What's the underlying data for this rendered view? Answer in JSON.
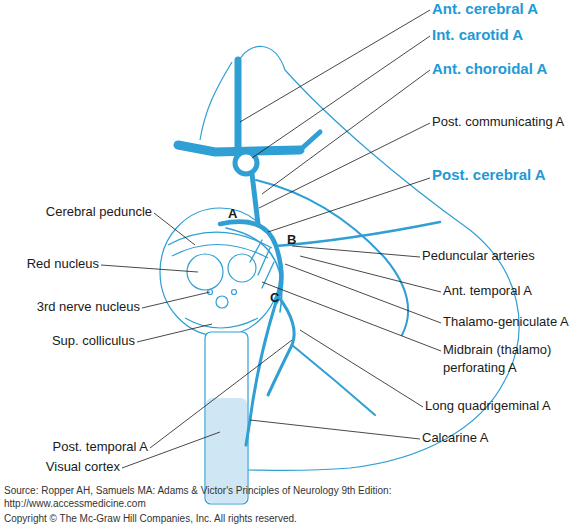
{
  "diagram": {
    "caption": "Source: Ropper AH, Samuels MA: Adams & Victor's Principles of Neurology 9th Edition: http://www.accessmedicine.com",
    "labels": [
      "Ant. cerebral A",
      "Int. carotid A",
      "Ant. choroidal A",
      "Post. communicating A",
      "Post. cerebral A",
      "Cerebral peduncle",
      "Red nucleus",
      "3rd nerve nucleus",
      "Sup. colliculus",
      "Peduncular arteries",
      "Ant. temporal A",
      "Thalamo-geniculate A",
      "Midbrain (thalamo) perforating A",
      "Long quadrigeminal A",
      "Post. temporal A",
      "Visual cortex",
      "Calcarine A",
      "A",
      "B",
      "C",
      "Copyright © The Mc-Graw Hill Companies, Inc. All rights reserved."
    ]
  }
}
